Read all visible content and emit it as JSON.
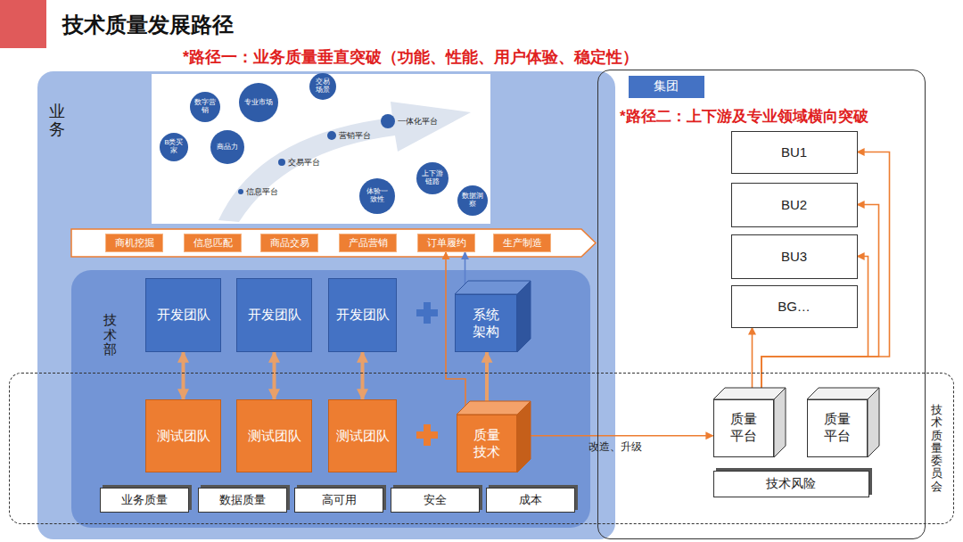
{
  "diagram": {
    "title": "技术质量发展路径",
    "nodes": [
      {
        "text": [
          "业务"
        ]
      },
      {
        "text": [
          "数字营销"
        ],
        "in": 0
      },
      {
        "text": [
          "专业市场"
        ],
        "in": 0
      },
      {
        "text": [
          "交易场景"
        ],
        "in": 0
      },
      {
        "text": [
          "B类买家"
        ],
        "in": 0
      },
      {
        "text": [
          "商品力"
        ],
        "in": 0
      },
      {
        "text": [
          "体验一致性"
        ],
        "in": 0
      },
      {
        "text": [
          "上下游链路"
        ],
        "in": 0
      },
      {
        "text": [
          "数据洞察"
        ],
        "in": 0
      },
      {
        "text": [
          "商机挖掘"
        ],
        "in": 0
      },
      {
        "text": [
          "信息匹配"
        ],
        "in": 0
      },
      {
        "text": [
          "商品交易"
        ],
        "in": 0
      },
      {
        "text": [
          "产品营销"
        ],
        "in": 0
      },
      {
        "text": [
          "订单履约"
        ],
        "in": 0
      },
      {
        "text": [
          "生产制造"
        ],
        "in": 0
      },
      {
        "text": [
          "技术部"
        ],
        "in": 0
      },
      {
        "text": [
          "开发团队"
        ],
        "in": 15
      },
      {
        "text": [
          "开发团队"
        ],
        "in": 15
      },
      {
        "text": [
          "开发团队"
        ],
        "in": 15
      },
      {
        "text": [
          "系统架构"
        ],
        "in": 15
      },
      {
        "text": [
          "测试团队"
        ],
        "in": 15
      },
      {
        "text": [
          "测试团队"
        ],
        "in": 15
      },
      {
        "text": [
          "测试团队"
        ],
        "in": 15
      },
      {
        "text": [
          "质量技术"
        ],
        "in": 15
      },
      {
        "text": [
          "业务质量"
        ],
        "in": 15
      },
      {
        "text": [
          "数据质量"
        ],
        "in": 15
      },
      {
        "text": [
          "高可用"
        ],
        "in": 15
      },
      {
        "text": [
          "安全"
        ],
        "in": 15
      },
      {
        "text": [
          "成本"
        ],
        "in": 15
      },
      {
        "text": [
          "*路径二：上下游及专业领域横向突破"
        ]
      },
      {
        "text": [
          "集团"
        ],
        "in": 29
      },
      {
        "text": [
          "BU1"
        ],
        "in": 29
      },
      {
        "text": [
          "BU2"
        ],
        "in": 29
      },
      {
        "text": [
          "BU3"
        ],
        "in": 29
      },
      {
        "text": [
          "BG…"
        ],
        "in": 29
      },
      {
        "text": [
          "质量平台"
        ],
        "in": 29
      },
      {
        "text": [
          "质量平台"
        ],
        "in": 29
      },
      {
        "text": [
          "技术风险"
        ],
        "in": 29
      },
      {
        "text": [
          "技术质量委员会"
        ]
      }
    ],
    "edges": [
      {
        "from": 16,
        "to": 20,
        "arrow": "both"
      },
      {
        "from": 17,
        "to": 21,
        "arrow": "both"
      },
      {
        "from": 18,
        "to": 22,
        "arrow": "both"
      },
      {
        "from": 19,
        "to": 23,
        "arrow": "both"
      },
      {
        "from": 23,
        "to": 13,
        "arrow": "to"
      },
      {
        "from": 19,
        "to": 13,
        "arrow": "to"
      },
      {
        "from": 23,
        "to": 35,
        "label": "改造、升级",
        "arrow": "to"
      },
      {
        "from": 35,
        "to": 31,
        "arrow": "to"
      },
      {
        "from": 35,
        "to": 32,
        "arrow": "to"
      },
      {
        "from": 35,
        "to": 33,
        "arrow": "to"
      },
      {
        "from": 35,
        "to": 34,
        "arrow": "to"
      }
    ],
    "labels": [
      "*路径一：业务质量垂直突破（功能、性能、用户体验、稳定性）",
      "信息平台",
      "交易平台",
      "营销平台",
      "一体化平台"
    ]
  }
}
